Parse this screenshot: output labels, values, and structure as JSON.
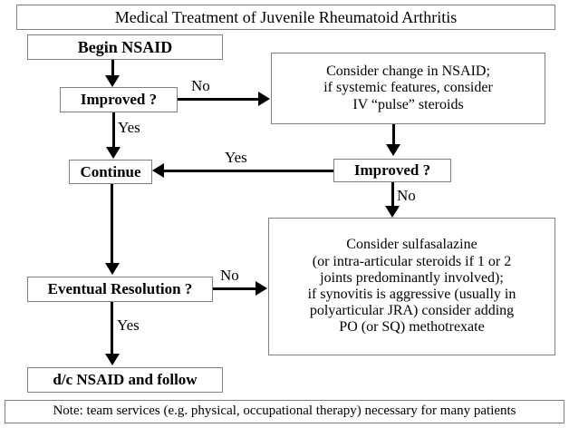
{
  "diagram": {
    "title": "Medical Treatment of Juvenile Rheumatoid Arthritis",
    "footer_note": "Note: team services (e.g. physical, occupational therapy) necessary for many patients",
    "nodes": {
      "begin_nsaid": "Begin NSAID",
      "improved_1": "Improved ?",
      "change_nsaid": {
        "line1": "Consider change in NSAID;",
        "line2": "if systemic features, consider",
        "line3": "IV “pulse” steroids"
      },
      "continue": "Continue",
      "improved_2": "Improved ?",
      "sulfasalazine": {
        "line1": "Consider sulfasalazine",
        "line2": "(or intra-articular steroids if 1 or 2",
        "line3": "joints predominantly involved);",
        "line4": "if synovitis is aggressive (usually in",
        "line5": "polyarticular JRA) consider adding",
        "line6": "PO (or SQ) methotrexate"
      },
      "eventual_resolution": "Eventual Resolution ?",
      "dc_nsaid": "d/c NSAID and follow"
    },
    "edge_labels": {
      "improved1_no": "No",
      "improved1_yes": "Yes",
      "improved2_yes": "Yes",
      "improved2_no": "No",
      "eventual_no": "No",
      "eventual_yes": "Yes"
    },
    "colors": {
      "background": "#ffffff",
      "box_border": "#808080",
      "connector": "#000000",
      "text": "#000000"
    }
  }
}
